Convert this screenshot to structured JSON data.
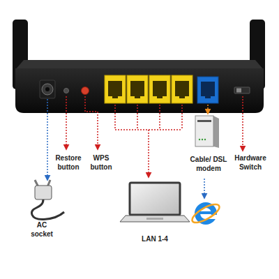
{
  "diagram": {
    "labels": [
      "Restore button",
      "WPS button",
      "Cable/ DSL modem",
      "Hardware Switch",
      "AC socket",
      "LAN 1-4"
    ]
  }
}
